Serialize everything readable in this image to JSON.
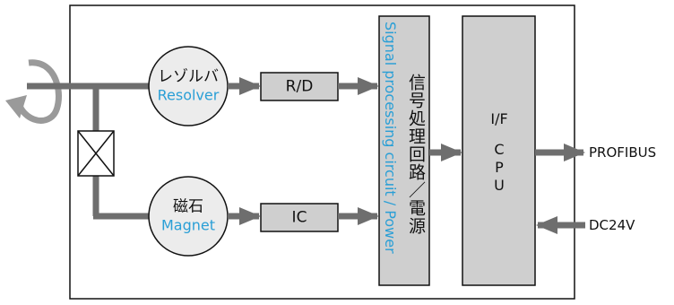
{
  "colors": {
    "frame": "#111111",
    "block_fill": "#cfcfcf",
    "circle_fill": "#ececec",
    "arrow": "#6e6e6e",
    "rotation": "#9a9a9a",
    "english_accent": "#2a9fd6"
  },
  "resolver": {
    "jp": "レゾルバ",
    "en": "Resolver"
  },
  "magnet": {
    "jp": "磁石",
    "en": "Magnet"
  },
  "rd_block": {
    "label": "R/D"
  },
  "ic_block": {
    "label": "IC"
  },
  "signal_block": {
    "jp": "信号処理回路／電源",
    "en": "Signal processing circuit / Power"
  },
  "cpu_block": {
    "line1": "I/F",
    "line2": "C",
    "line3": "P",
    "line4": "U"
  },
  "outputs": {
    "profibus": "PROFIBUS",
    "power_in": "DC24V"
  },
  "icons": {
    "rotation": "rotation-arrow-icon",
    "coupling": "crossed-box-icon"
  }
}
